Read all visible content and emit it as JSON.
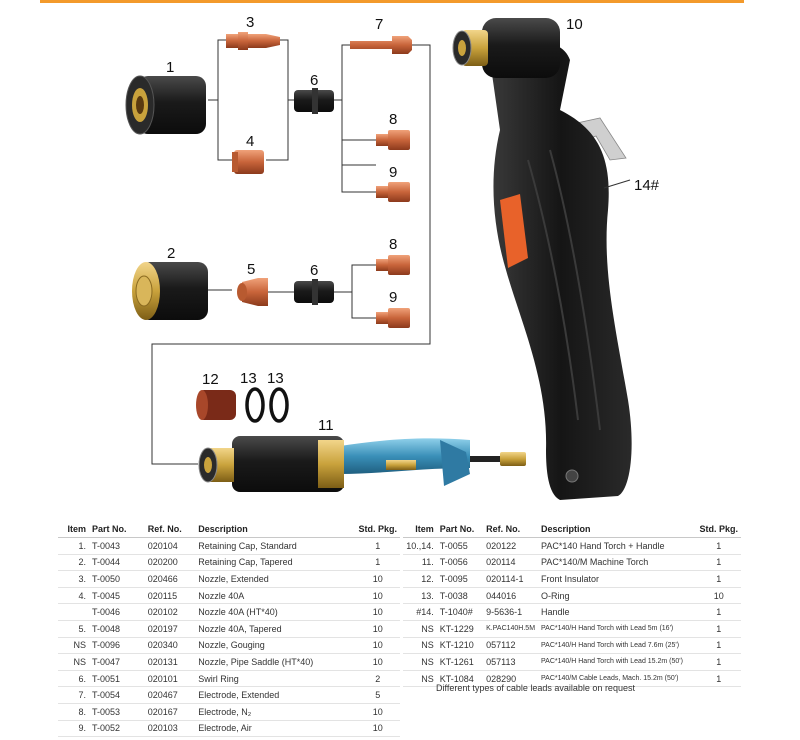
{
  "callouts": {
    "c1": "1",
    "c2": "2",
    "c3": "3",
    "c4": "4",
    "c5": "5",
    "c6a": "6",
    "c6b": "6",
    "c7": "7",
    "c8a": "8",
    "c8b": "8",
    "c9a": "9",
    "c9b": "9",
    "c10": "10",
    "c11": "11",
    "c12": "12",
    "c13a": "13",
    "c13b": "13",
    "c14": "14#"
  },
  "headers": {
    "item": "Item",
    "part_no": "Part No.",
    "ref_no": "Ref. No.",
    "description": "Description",
    "std_pkg": "Std. Pkg."
  },
  "left_rows": [
    {
      "item": "1.",
      "part": "T-0043",
      "ref": "020104",
      "desc": "Retaining Cap, Standard",
      "pkg": "1"
    },
    {
      "item": "2.",
      "part": "T-0044",
      "ref": "020200",
      "desc": "Retaining Cap, Tapered",
      "pkg": "1"
    },
    {
      "item": "3.",
      "part": "T-0050",
      "ref": "020466",
      "desc": "Nozzle, Extended",
      "pkg": "10"
    },
    {
      "item": "4.",
      "part": "T-0045",
      "ref": "020115",
      "desc": "Nozzle 40A",
      "pkg": "10"
    },
    {
      "item": "",
      "part": "T-0046",
      "ref": "020102",
      "desc": "Nozzle 40A (HT*40)",
      "pkg": "10"
    },
    {
      "item": "5.",
      "part": "T-0048",
      "ref": "020197",
      "desc": "Nozzle 40A, Tapered",
      "pkg": "10"
    },
    {
      "item": "NS",
      "part": "T-0096",
      "ref": "020340",
      "desc": "Nozzle, Gouging",
      "pkg": "10"
    },
    {
      "item": "NS",
      "part": "T-0047",
      "ref": "020131",
      "desc": "Nozzle, Pipe Saddle (HT*40)",
      "pkg": "10"
    },
    {
      "item": "6.",
      "part": "T-0051",
      "ref": "020101",
      "desc": "Swirl Ring",
      "pkg": "2"
    },
    {
      "item": "7.",
      "part": "T-0054",
      "ref": "020467",
      "desc": "Electrode, Extended",
      "pkg": "5"
    },
    {
      "item": "8.",
      "part": "T-0053",
      "ref": "020167",
      "desc": "Electrode, N₂",
      "pkg": "10"
    },
    {
      "item": "9.",
      "part": "T-0052",
      "ref": "020103",
      "desc": "Electrode, Air",
      "pkg": "10"
    }
  ],
  "right_rows": [
    {
      "item": "10.,14.",
      "part": "T-0055",
      "ref": "020122",
      "desc": "PAC*140 Hand Torch + Handle",
      "pkg": "1"
    },
    {
      "item": "11.",
      "part": "T-0056",
      "ref": "020114",
      "desc": "PAC*140/M Machine Torch",
      "pkg": "1"
    },
    {
      "item": "12.",
      "part": "T-0095",
      "ref": "020114-1",
      "desc": "Front Insulator",
      "pkg": "1"
    },
    {
      "item": "13.",
      "part": "T-0038",
      "ref": "044016",
      "desc": "O-Ring",
      "pkg": "10"
    },
    {
      "item": "#14.",
      "part": "T-1040#",
      "ref": "9-5636-1",
      "desc": "Handle",
      "pkg": "1"
    },
    {
      "item": "NS",
      "part": "KT-1229",
      "ref": "K.PAC140H.5M",
      "desc": "PAC*140/H Hand Torch with Lead 5m (16')",
      "pkg": "1"
    },
    {
      "item": "NS",
      "part": "KT-1210",
      "ref": "057112",
      "desc": "PAC*140/H Hand Torch with Lead 7.6m (25')",
      "pkg": "1"
    },
    {
      "item": "NS",
      "part": "KT-1261",
      "ref": "057113",
      "desc": "PAC*140/H Hand Torch with Lead 15.2m (50')",
      "pkg": "1"
    },
    {
      "item": "NS",
      "part": "KT-1084",
      "ref": "028290",
      "desc": "PAC*140/M Cable Leads, Mach. 15.2m (50')",
      "pkg": "1"
    }
  ],
  "note": "Different types of cable leads available on request",
  "colors": {
    "accent": "#f39a2b",
    "copper": "#c8643a",
    "black_part": "#1e1e1e",
    "handle_orange": "#e8622a",
    "cable_blue": "#3a8fb8",
    "brass": "#c9a23c"
  }
}
